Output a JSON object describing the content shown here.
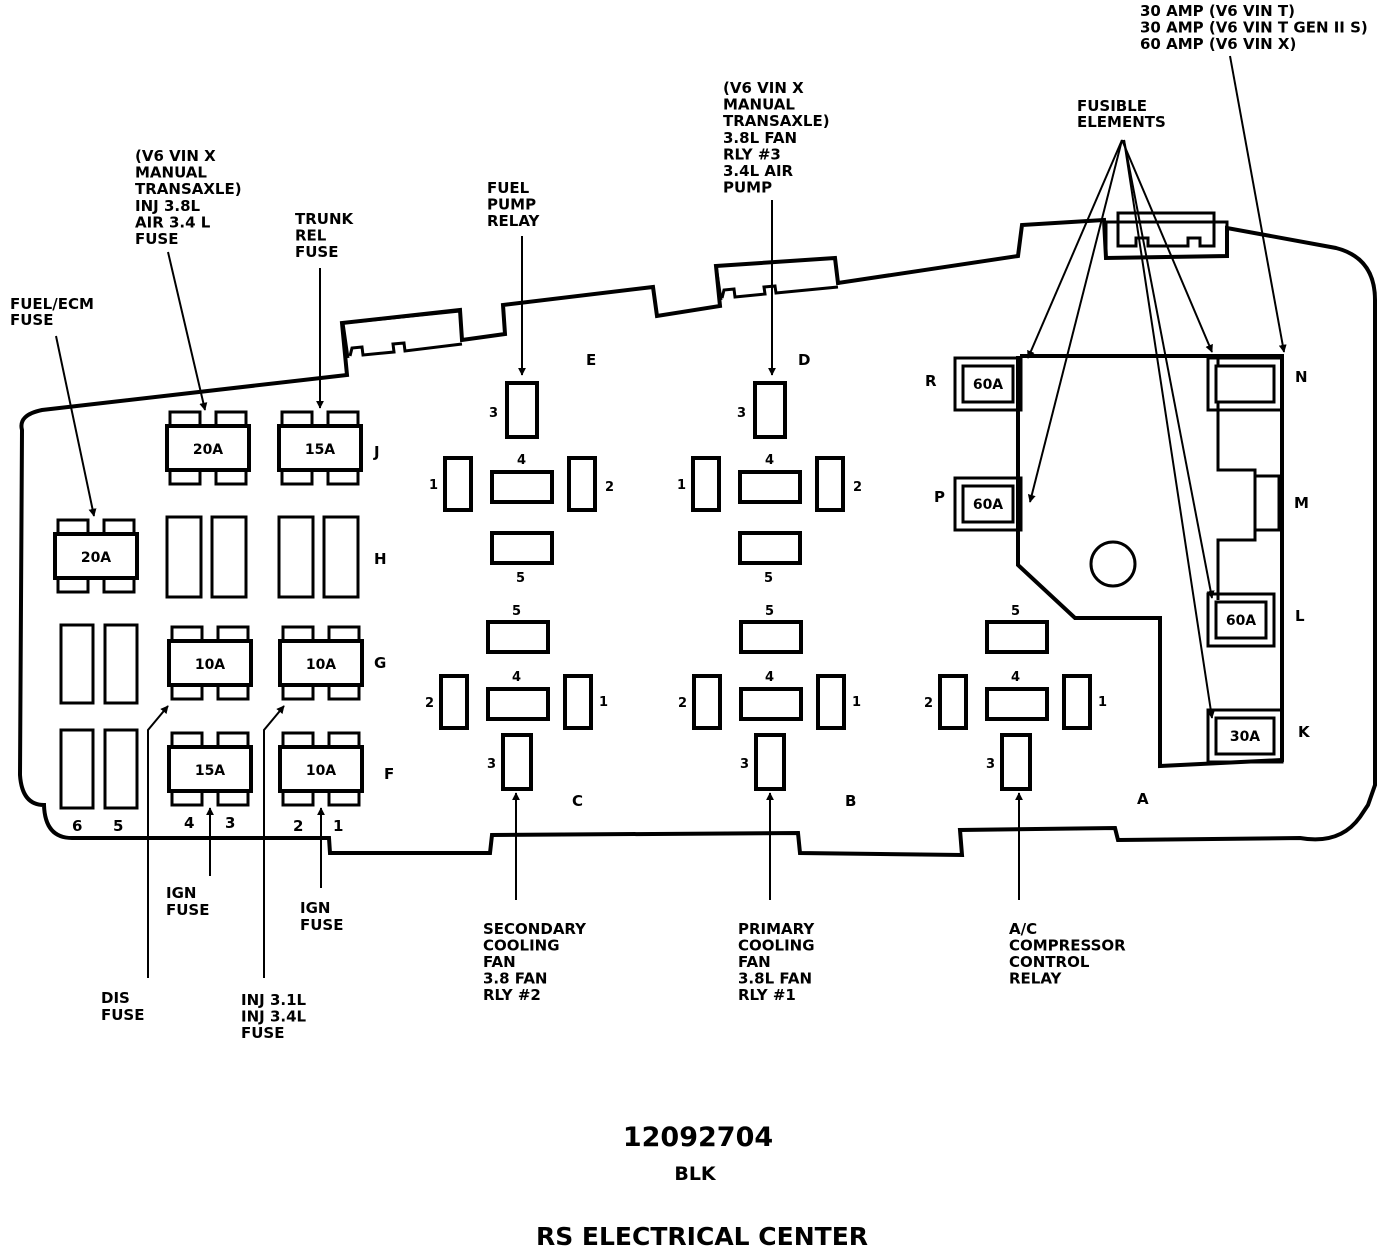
{
  "labels": {
    "fuel_ecm": [
      "FUEL/ECM",
      "FUSE"
    ],
    "inj_air": [
      "(V6 VIN X",
      "MANUAL",
      "TRANSAXLE)",
      "INJ 3.8L",
      "AIR 3.4 L",
      "FUSE"
    ],
    "trunk_rel": [
      "TRUNK",
      "REL",
      "FUSE"
    ],
    "fuel_pump": [
      "FUEL",
      "PUMP",
      "RELAY"
    ],
    "fan3": [
      "(V6 VIN X",
      "MANUAL",
      "TRANSAXLE)",
      "3.8L FAN",
      "RLY #3",
      "3.4L AIR",
      "PUMP"
    ],
    "fusible": [
      "FUSIBLE",
      "ELEMENTS"
    ],
    "amps": [
      "30 AMP (V6 VIN T)",
      "30 AMP (V6 VIN T  GEN II S)",
      "60 AMP (V6 VIN X)"
    ],
    "ign_fuse_1": [
      "IGN",
      "FUSE"
    ],
    "ign_fuse_2": [
      "IGN",
      "FUSE"
    ],
    "dis_fuse": [
      "DIS",
      "FUSE"
    ],
    "inj_31": [
      "INJ 3.1L",
      "INJ 3.4L",
      "FUSE"
    ],
    "secondary": [
      "SECONDARY",
      "COOLING",
      "FAN",
      "3.8 FAN",
      "RLY #2"
    ],
    "primary": [
      "PRIMARY",
      "COOLING",
      "FAN",
      "3.8L FAN",
      "RLY #1"
    ],
    "ac": [
      "A/C",
      "COMPRESSOR",
      "CONTROL",
      "RELAY"
    ]
  },
  "rows": {
    "J": "J",
    "H": "H",
    "G": "G",
    "F": "F"
  },
  "relays": {
    "E": "E",
    "D": "D",
    "C": "C",
    "B": "B",
    "A": "A"
  },
  "slots": {
    "R": "R",
    "P": "P",
    "N": "N",
    "M": "M",
    "L": "L",
    "K": "K"
  },
  "fuses": {
    "fuel_ecm": "20A",
    "j1": "20A",
    "j2": "15A",
    "g1": "10A",
    "g2": "10A",
    "f1": "15A",
    "f2": "10A",
    "r": "60A",
    "p": "60A",
    "l": "60A",
    "k": "30A"
  },
  "columns": [
    "6",
    "5",
    "4",
    "3",
    "2",
    "1"
  ],
  "pins": {
    "e": [
      "3",
      "4",
      "1",
      "2",
      "5"
    ],
    "d": [
      "3",
      "4",
      "1",
      "2",
      "5"
    ],
    "c": [
      "5",
      "4",
      "2",
      "1",
      "3"
    ],
    "b": [
      "5",
      "4",
      "2",
      "1",
      "3"
    ],
    "a": [
      "5",
      "4",
      "2",
      "1",
      "3"
    ]
  },
  "part_number": "12092704",
  "color": "BLK",
  "title": "RS ELECTRICAL CENTER"
}
